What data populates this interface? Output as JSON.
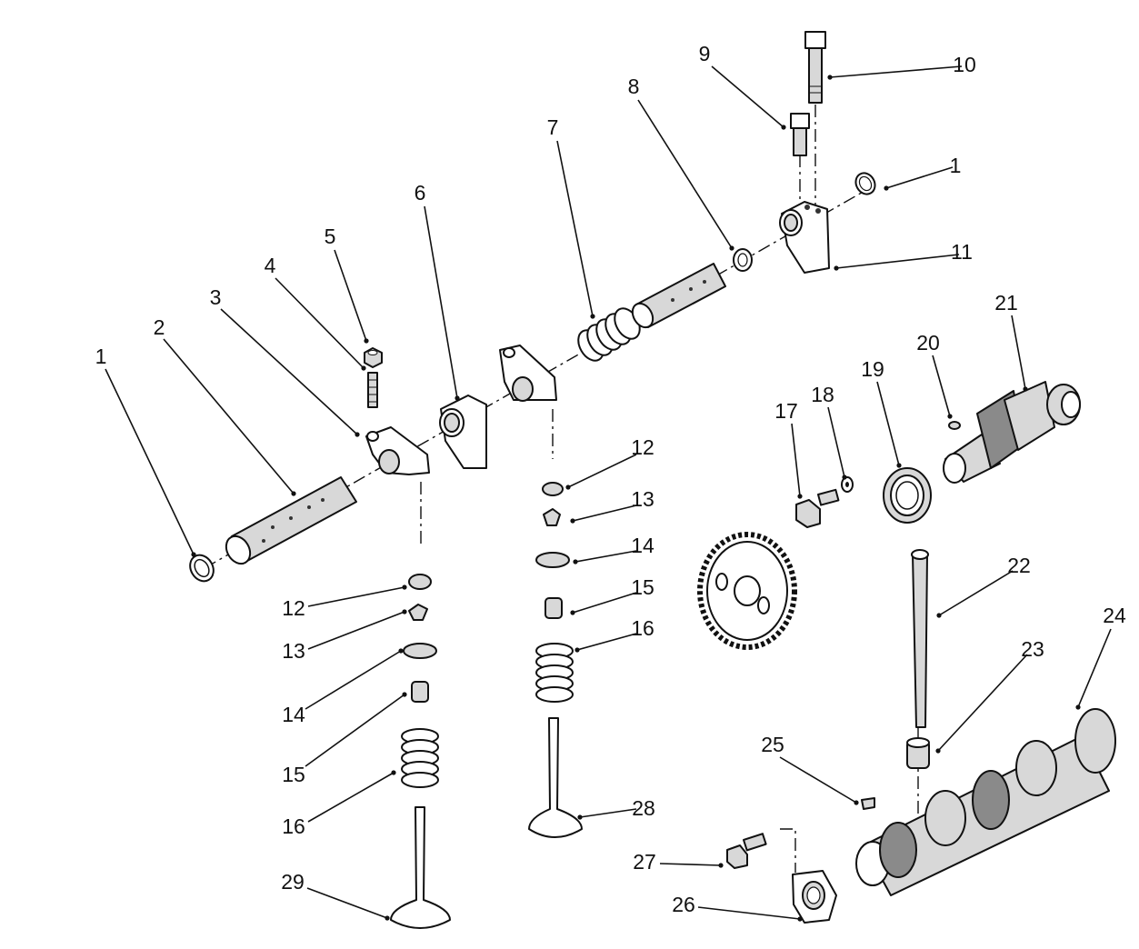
{
  "diagram": {
    "callouts": [
      {
        "id": "c1a",
        "label": "1"
      },
      {
        "id": "c2",
        "label": "2"
      },
      {
        "id": "c3",
        "label": "3"
      },
      {
        "id": "c4",
        "label": "4"
      },
      {
        "id": "c5",
        "label": "5"
      },
      {
        "id": "c6",
        "label": "6"
      },
      {
        "id": "c7",
        "label": "7"
      },
      {
        "id": "c8",
        "label": "8"
      },
      {
        "id": "c9",
        "label": "9"
      },
      {
        "id": "c10",
        "label": "10"
      },
      {
        "id": "c1b",
        "label": "1"
      },
      {
        "id": "c11",
        "label": "11"
      },
      {
        "id": "c12a",
        "label": "12"
      },
      {
        "id": "c13a",
        "label": "13"
      },
      {
        "id": "c14a",
        "label": "14"
      },
      {
        "id": "c15a",
        "label": "15"
      },
      {
        "id": "c16a",
        "label": "16"
      },
      {
        "id": "c12b",
        "label": "12"
      },
      {
        "id": "c13b",
        "label": "13"
      },
      {
        "id": "c14b",
        "label": "14"
      },
      {
        "id": "c15b",
        "label": "15"
      },
      {
        "id": "c16b",
        "label": "16"
      },
      {
        "id": "c17",
        "label": "17"
      },
      {
        "id": "c18",
        "label": "18"
      },
      {
        "id": "c19",
        "label": "19"
      },
      {
        "id": "c20",
        "label": "20"
      },
      {
        "id": "c21",
        "label": "21"
      },
      {
        "id": "c22",
        "label": "22"
      },
      {
        "id": "c23",
        "label": "23"
      },
      {
        "id": "c24",
        "label": "24"
      },
      {
        "id": "c25",
        "label": "25"
      },
      {
        "id": "c26",
        "label": "26"
      },
      {
        "id": "c27",
        "label": "27"
      },
      {
        "id": "c28",
        "label": "28"
      },
      {
        "id": "c29",
        "label": "29"
      }
    ]
  }
}
